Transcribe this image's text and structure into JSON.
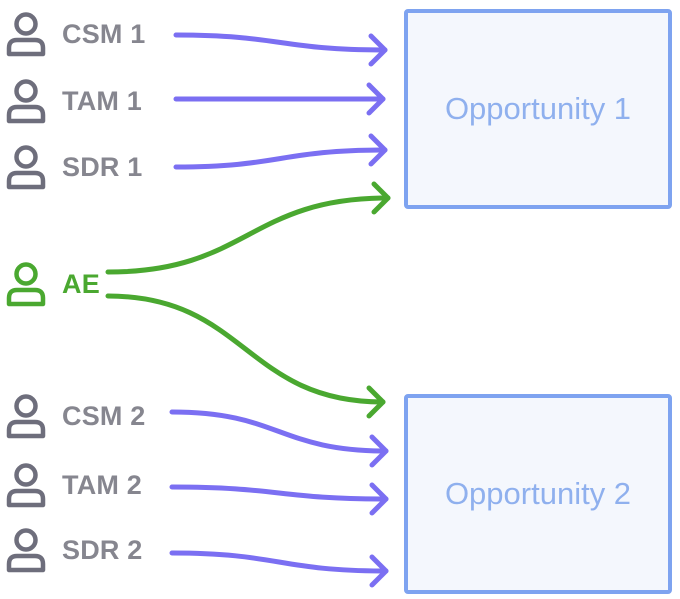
{
  "people": [
    {
      "id": "csm1",
      "label": "CSM 1",
      "icon": "user-icon"
    },
    {
      "id": "tam1",
      "label": "TAM 1",
      "icon": "user-icon"
    },
    {
      "id": "sdr1",
      "label": "SDR 1",
      "icon": "user-icon"
    },
    {
      "id": "ae",
      "label": "AE",
      "icon": "user-icon"
    },
    {
      "id": "csm2",
      "label": "CSM 2",
      "icon": "user-icon"
    },
    {
      "id": "tam2",
      "label": "TAM 2",
      "icon": "user-icon"
    },
    {
      "id": "sdr2",
      "label": "SDR 2",
      "icon": "user-icon"
    }
  ],
  "opportunities": [
    {
      "id": "opp1",
      "label": "Opportunity 1"
    },
    {
      "id": "opp2",
      "label": "Opportunity 2"
    }
  ],
  "connections": [
    {
      "from": "csm1",
      "to": "opp1"
    },
    {
      "from": "tam1",
      "to": "opp1"
    },
    {
      "from": "sdr1",
      "to": "opp1"
    },
    {
      "from": "ae",
      "to": "opp1"
    },
    {
      "from": "ae",
      "to": "opp2"
    },
    {
      "from": "csm2",
      "to": "opp2"
    },
    {
      "from": "tam2",
      "to": "opp2"
    },
    {
      "from": "sdr2",
      "to": "opp2"
    }
  ],
  "colors": {
    "role_arrow": "#7b6ff2",
    "ae_arrow": "#4aa830",
    "role_icon": "#6e6e7c",
    "ae_icon": "#4aa830",
    "box_border": "#7ea3f0",
    "box_fill": "#f4f7fd",
    "box_text": "#8fb0ee"
  }
}
